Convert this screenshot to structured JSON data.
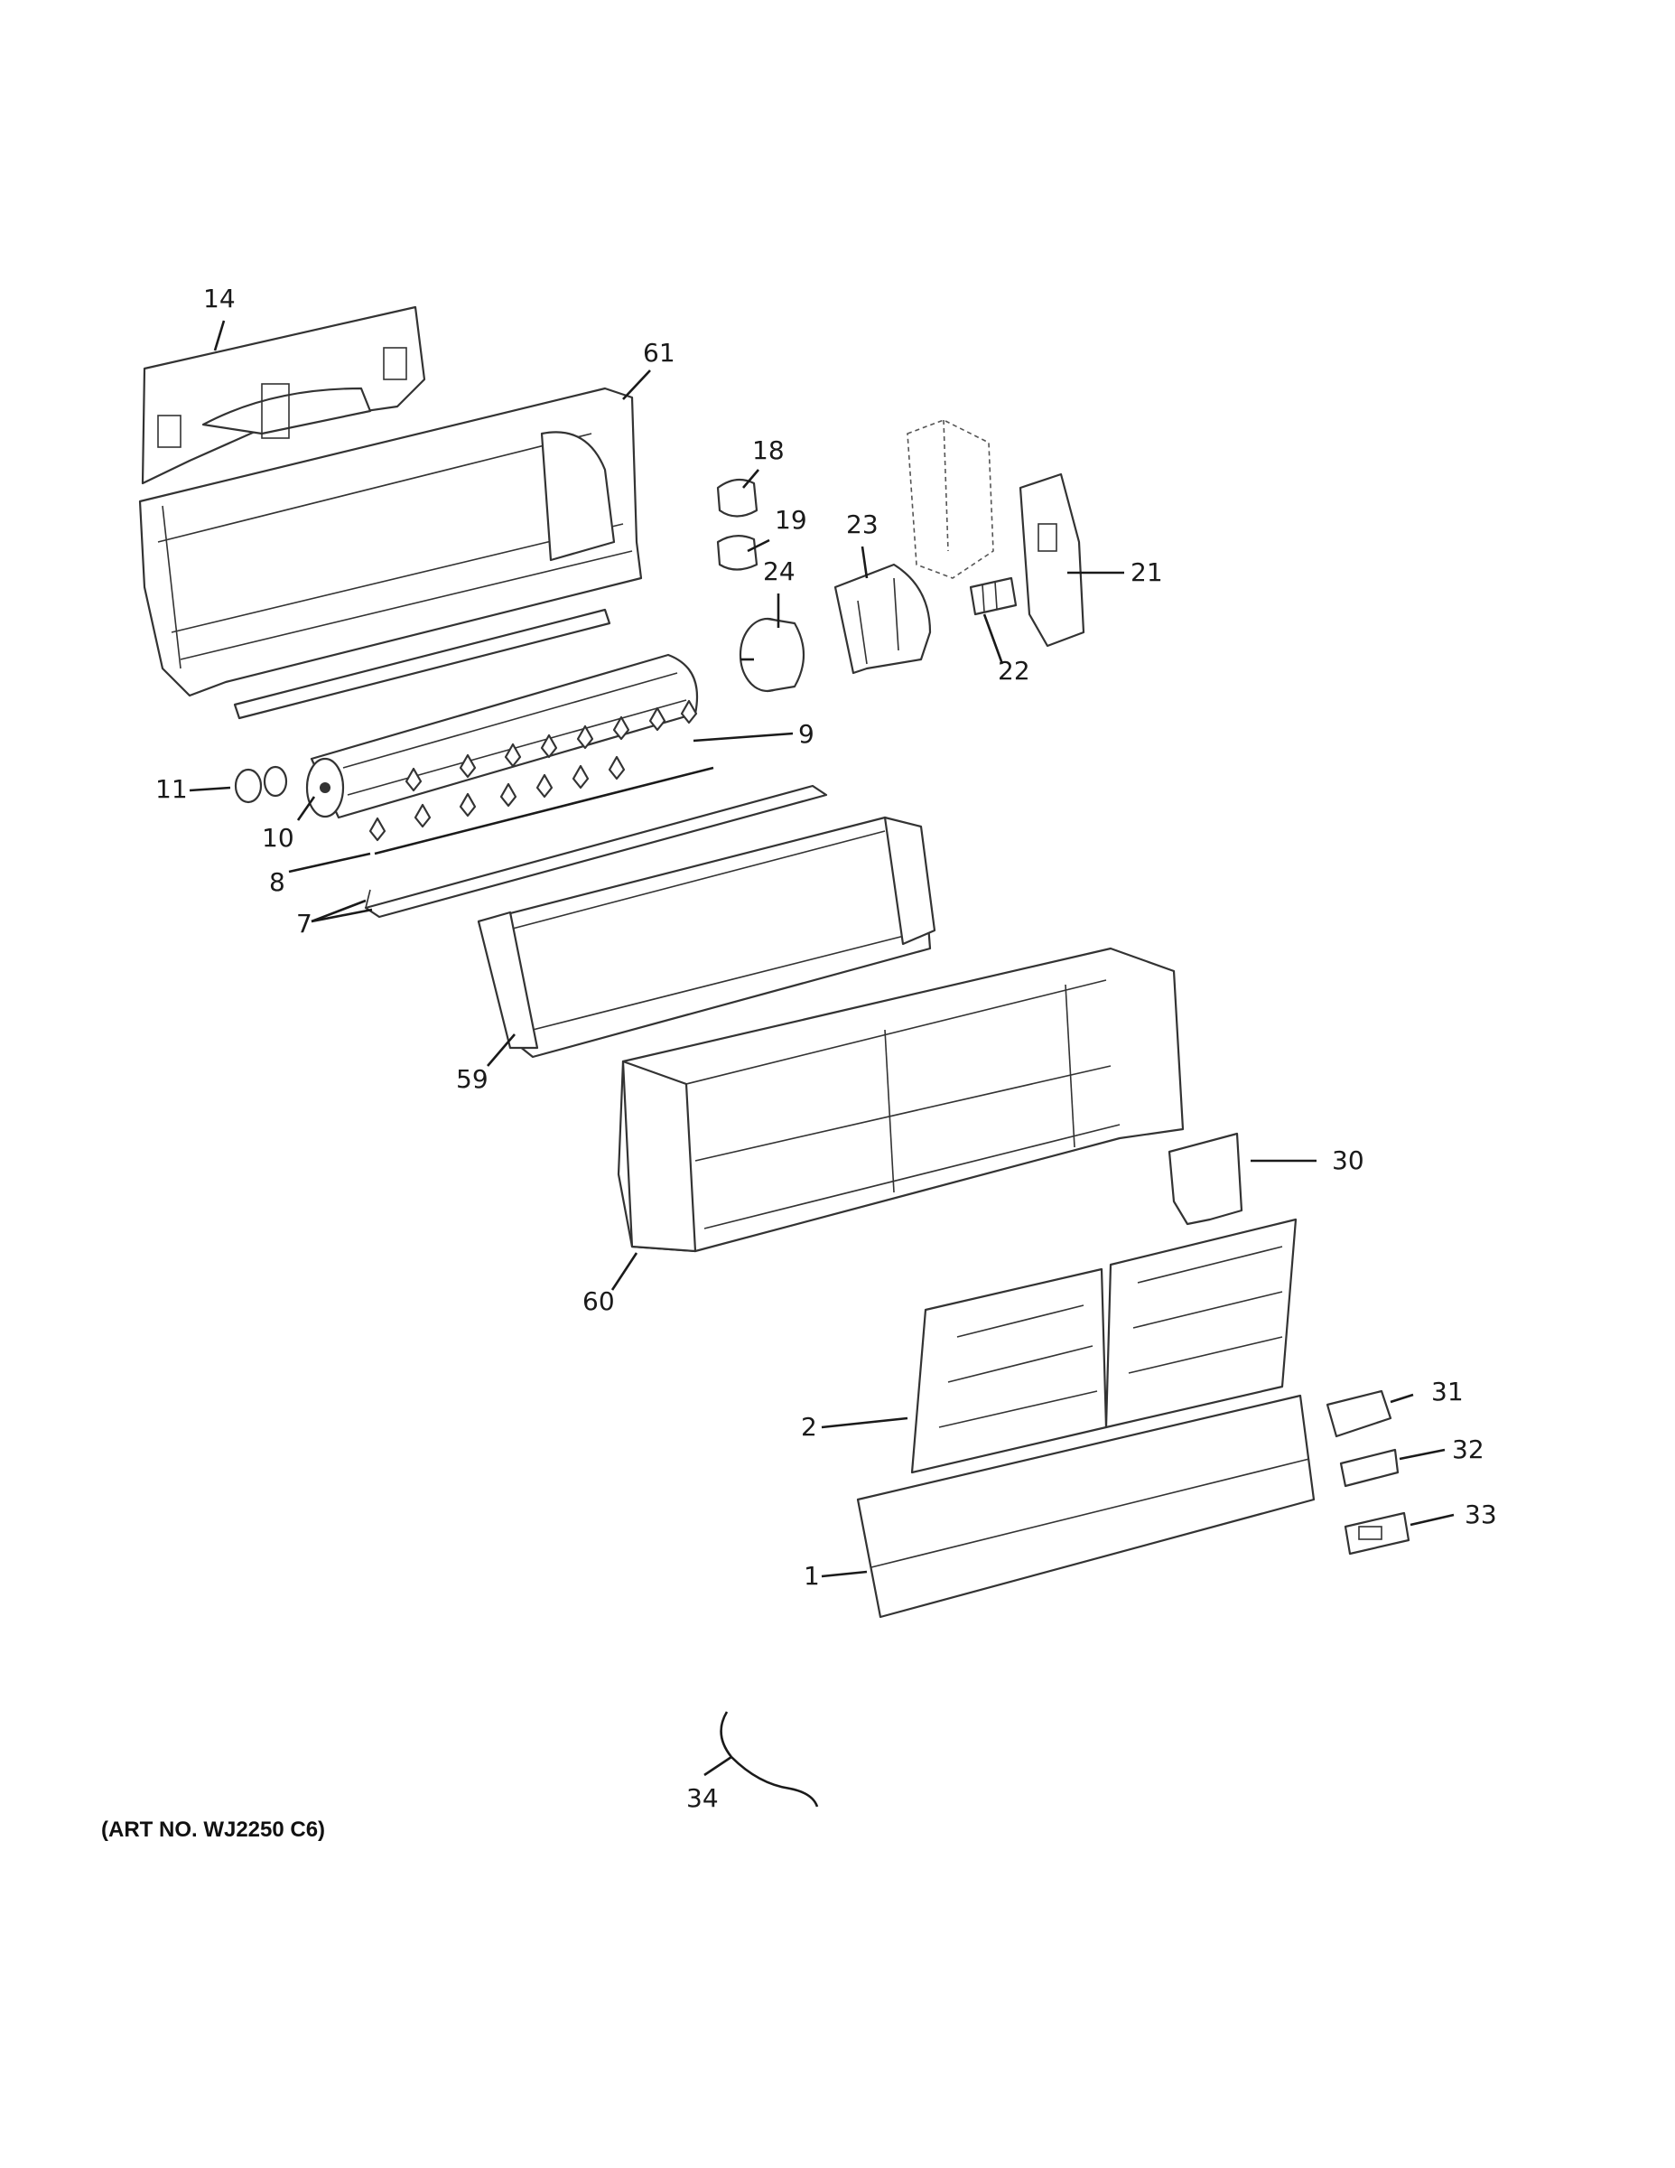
{
  "callouts": {
    "p1": "1",
    "p2": "2",
    "p7": "7",
    "p8": "8",
    "p9": "9",
    "p10": "10",
    "p11": "11",
    "p14": "14",
    "p18": "18",
    "p19": "19",
    "p21": "21",
    "p22": "22",
    "p23": "23",
    "p24": "24",
    "p30": "30",
    "p31": "31",
    "p32": "32",
    "p33": "33",
    "p34": "34",
    "p59": "59",
    "p60": "60",
    "p61": "61"
  },
  "art_number": "(ART NO. WJ2250 C6)"
}
